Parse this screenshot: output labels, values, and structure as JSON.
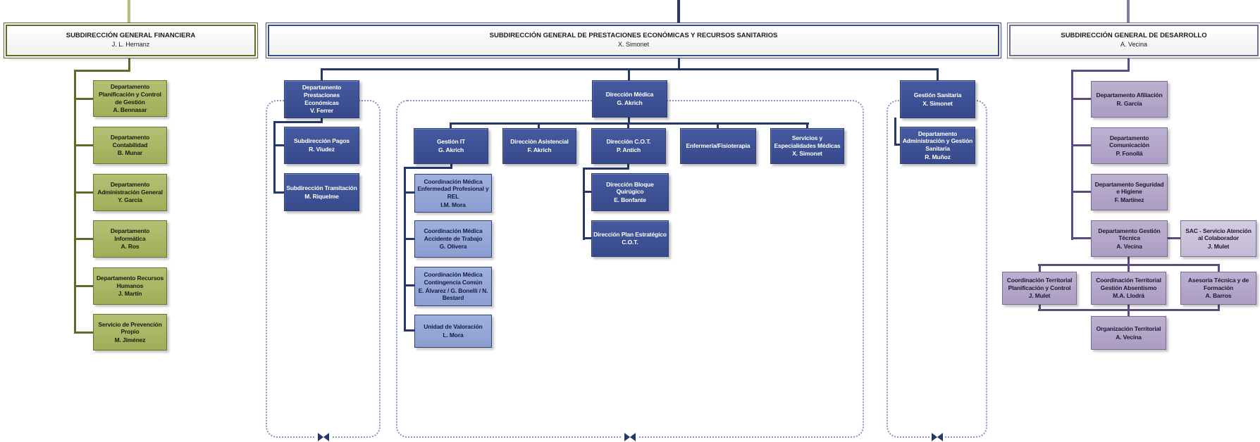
{
  "palette": {
    "olive-line": "#5f6b2a",
    "olive-feed": "#b5bd85",
    "olive-border": "#667331",
    "navy-line": "#24386b",
    "blue-border": "#2c3e78",
    "dotted-border": "#8a93c4",
    "purple-line": "#5c4d7d",
    "purple-feed": "#8478a5",
    "purple-border": "#7a6a94",
    "header-border-olive": "#5f6b2a",
    "header-border-navy": "#3a4a8c",
    "header-border-purple": "#7a6a94"
  },
  "financiera": {
    "header": {
      "title": "SUBDIRECCIÓN GENERAL FINANCIERA",
      "person": "J. L. Hernanz"
    },
    "nodes": [
      {
        "title": "Departamento Planificación y Control de Gestión",
        "person": "A. Bennasar"
      },
      {
        "title": "Departamento Contabilidad",
        "person": "B. Munar"
      },
      {
        "title": "Departamento Administración General",
        "person": "Y. García"
      },
      {
        "title": "Departamento Informática",
        "person": "A. Ros"
      },
      {
        "title": "Departamento Recursos Humanos",
        "person": "J. Martín"
      },
      {
        "title": "Servicio de Prevención Propio",
        "person": "M. Jiménez"
      }
    ]
  },
  "prestaciones": {
    "header": {
      "title": "SUBDIRECCIÓN GENERAL DE PRESTACIONES ECONÓMICAS Y RECURSOS SANITARIOS",
      "person": "X. Simonet"
    },
    "pe": {
      "root": {
        "title": "Departamento Prestaciones Económicas",
        "person": "V. Ferrer"
      },
      "children": [
        {
          "title": "Subdirección Pagos",
          "person": "R. Viudez"
        },
        {
          "title": "Subdirección Tramitación",
          "person": "M. Riquelme"
        }
      ]
    },
    "dm": {
      "root": {
        "title": "Dirección Médica",
        "person": "G. Akrich"
      },
      "children": [
        {
          "title": "Gestión IT",
          "person": "G. Akrich"
        },
        {
          "title": "Dirección Asistencial",
          "person": "F. Akrich"
        },
        {
          "title": "Dirección C.O.T.",
          "person": "P. Antich"
        },
        {
          "title": "Enfermería/Fisioterapia",
          "person": ""
        },
        {
          "title": "Servicios y Especialidades Médicas",
          "person": "X. Simonet"
        }
      ]
    },
    "it": {
      "children": [
        {
          "title": "Coordinación Médica Enfermedad Profesional y REL",
          "person": "I.M. Mora"
        },
        {
          "title": "Coordinación Médica Accidente de Trabajo",
          "person": "G. Olivera"
        },
        {
          "title": "Coordinación Médica Contingencia Común",
          "person": "E. Álvarez / G. Bonelli / N. Bestard"
        },
        {
          "title": "Unidad de Valoración",
          "person": "L. Mora"
        }
      ]
    },
    "cot": {
      "children": [
        {
          "title": "Dirección Bloque Quirúgico",
          "person": "E. Bonfante"
        },
        {
          "title": "Dirección Plan Estratégico C.O.T.",
          "person": ""
        }
      ]
    },
    "gs": {
      "root": {
        "title": "Gestión Sanitaria",
        "person": "X. Simonet"
      },
      "children": [
        {
          "title": "Departamento Administración y Gestión Sanitaria",
          "person": "R. Muñoz"
        }
      ]
    }
  },
  "desarrollo": {
    "header": {
      "title": "SUBDIRECCIÓN GENERAL DE DESARROLLO",
      "person": "A. Vecina"
    },
    "nodes": [
      {
        "title": "Departamento Afiliación",
        "person": "R. García"
      },
      {
        "title": "Departamento Comunicación",
        "person": "P. Fonollá"
      },
      {
        "title": "Departamento Seguridad e Higiene",
        "person": "F. Martínez"
      },
      {
        "title": "Departamento Gestión Técnica",
        "person": "A. Vecina"
      }
    ],
    "sac": {
      "title": "SAC - Servicio Atención al Colaborador",
      "person": "J. Mulet"
    },
    "row": [
      {
        "title": "Coordinación Territorial Planificación y Control",
        "person": "J. Mulet"
      },
      {
        "title": "Coordinación Territorial Gestión Absentismo",
        "person": "M.A. Llodrá"
      },
      {
        "title": "Asesoría Técnica y de Formación",
        "person": "A. Barros"
      }
    ],
    "bottom": {
      "title": "Organización Territorial",
      "person": "A. Vecina"
    }
  }
}
